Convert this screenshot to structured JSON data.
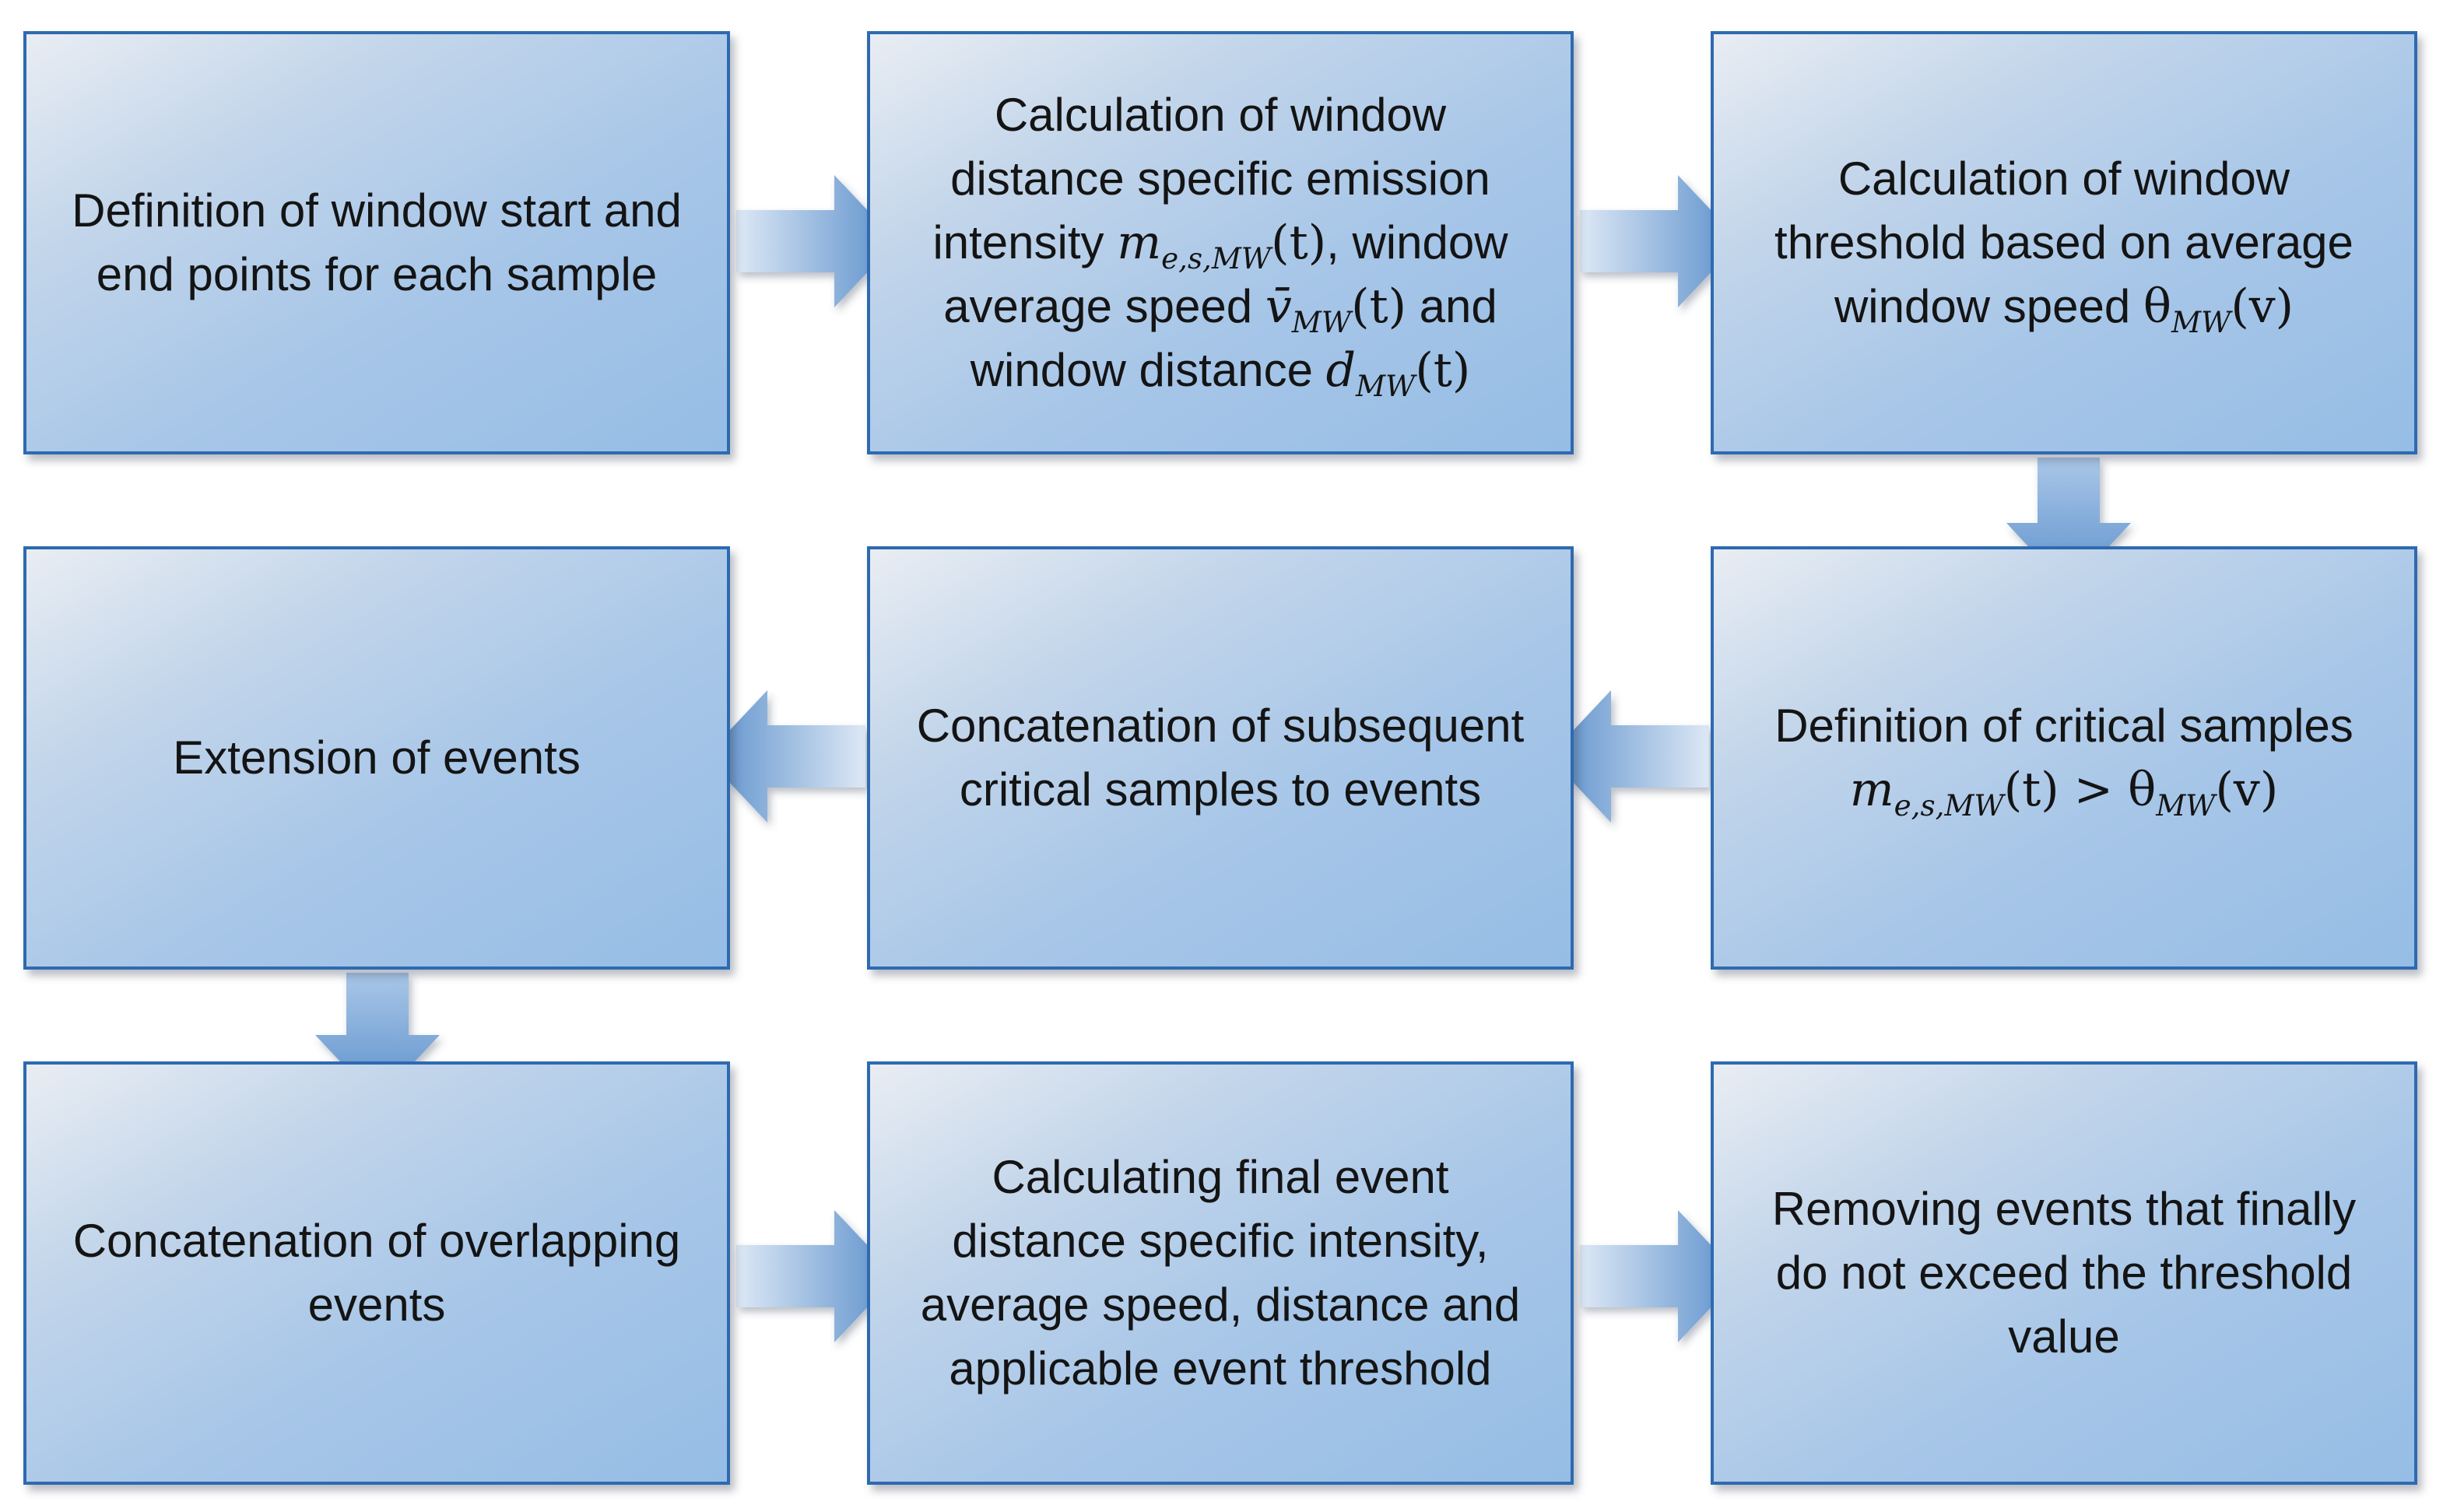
{
  "steps": {
    "window_points": {
      "line1": "Definition of window start and",
      "line2": "end points for each sample"
    },
    "window_calc": {
      "line1": "Calculation of window",
      "line2": "distance specific emission",
      "line3_text": "intensity",
      "line3_tail": ", window",
      "line4_pre": "average speed",
      "line4_tail": "and",
      "line5_pre": "window distance"
    },
    "threshold_calc": {
      "line1": "Calculation of window",
      "line2": "threshold based on average",
      "line3_pre": "window speed"
    },
    "critical_samples": {
      "line1": "Definition of critical samples"
    },
    "concat_critical": {
      "line1": "Concatenation of subsequent",
      "line2": "critical samples to events"
    },
    "extension": {
      "line1": "Extension of events"
    },
    "concat_overlap": {
      "line1": "Concatenation of overlapping",
      "line2": "events"
    },
    "final_calc": {
      "line1": "Calculating final event",
      "line2": "distance specific intensity,",
      "line3": "average speed, distance and",
      "line4": "applicable event threshold"
    },
    "removing": {
      "line1": "Removing events that finally",
      "line2": "do not exceed the threshold",
      "line3": "value"
    }
  },
  "math": {
    "m_base": "m",
    "m_sub": "e,s,MW",
    "arg_t": "(t)",
    "arg_v": "(v)",
    "v_bar": "v̄",
    "v_sub": "MW",
    "d_base": "d",
    "d_sub": "MW",
    "theta": "θ",
    "theta_sub": "MW",
    "gt": ">"
  },
  "colors": {
    "box_border": "#2e6ab0",
    "arrow_dark": "#5a8fcb",
    "arrow_light": "#c9dcf1"
  }
}
